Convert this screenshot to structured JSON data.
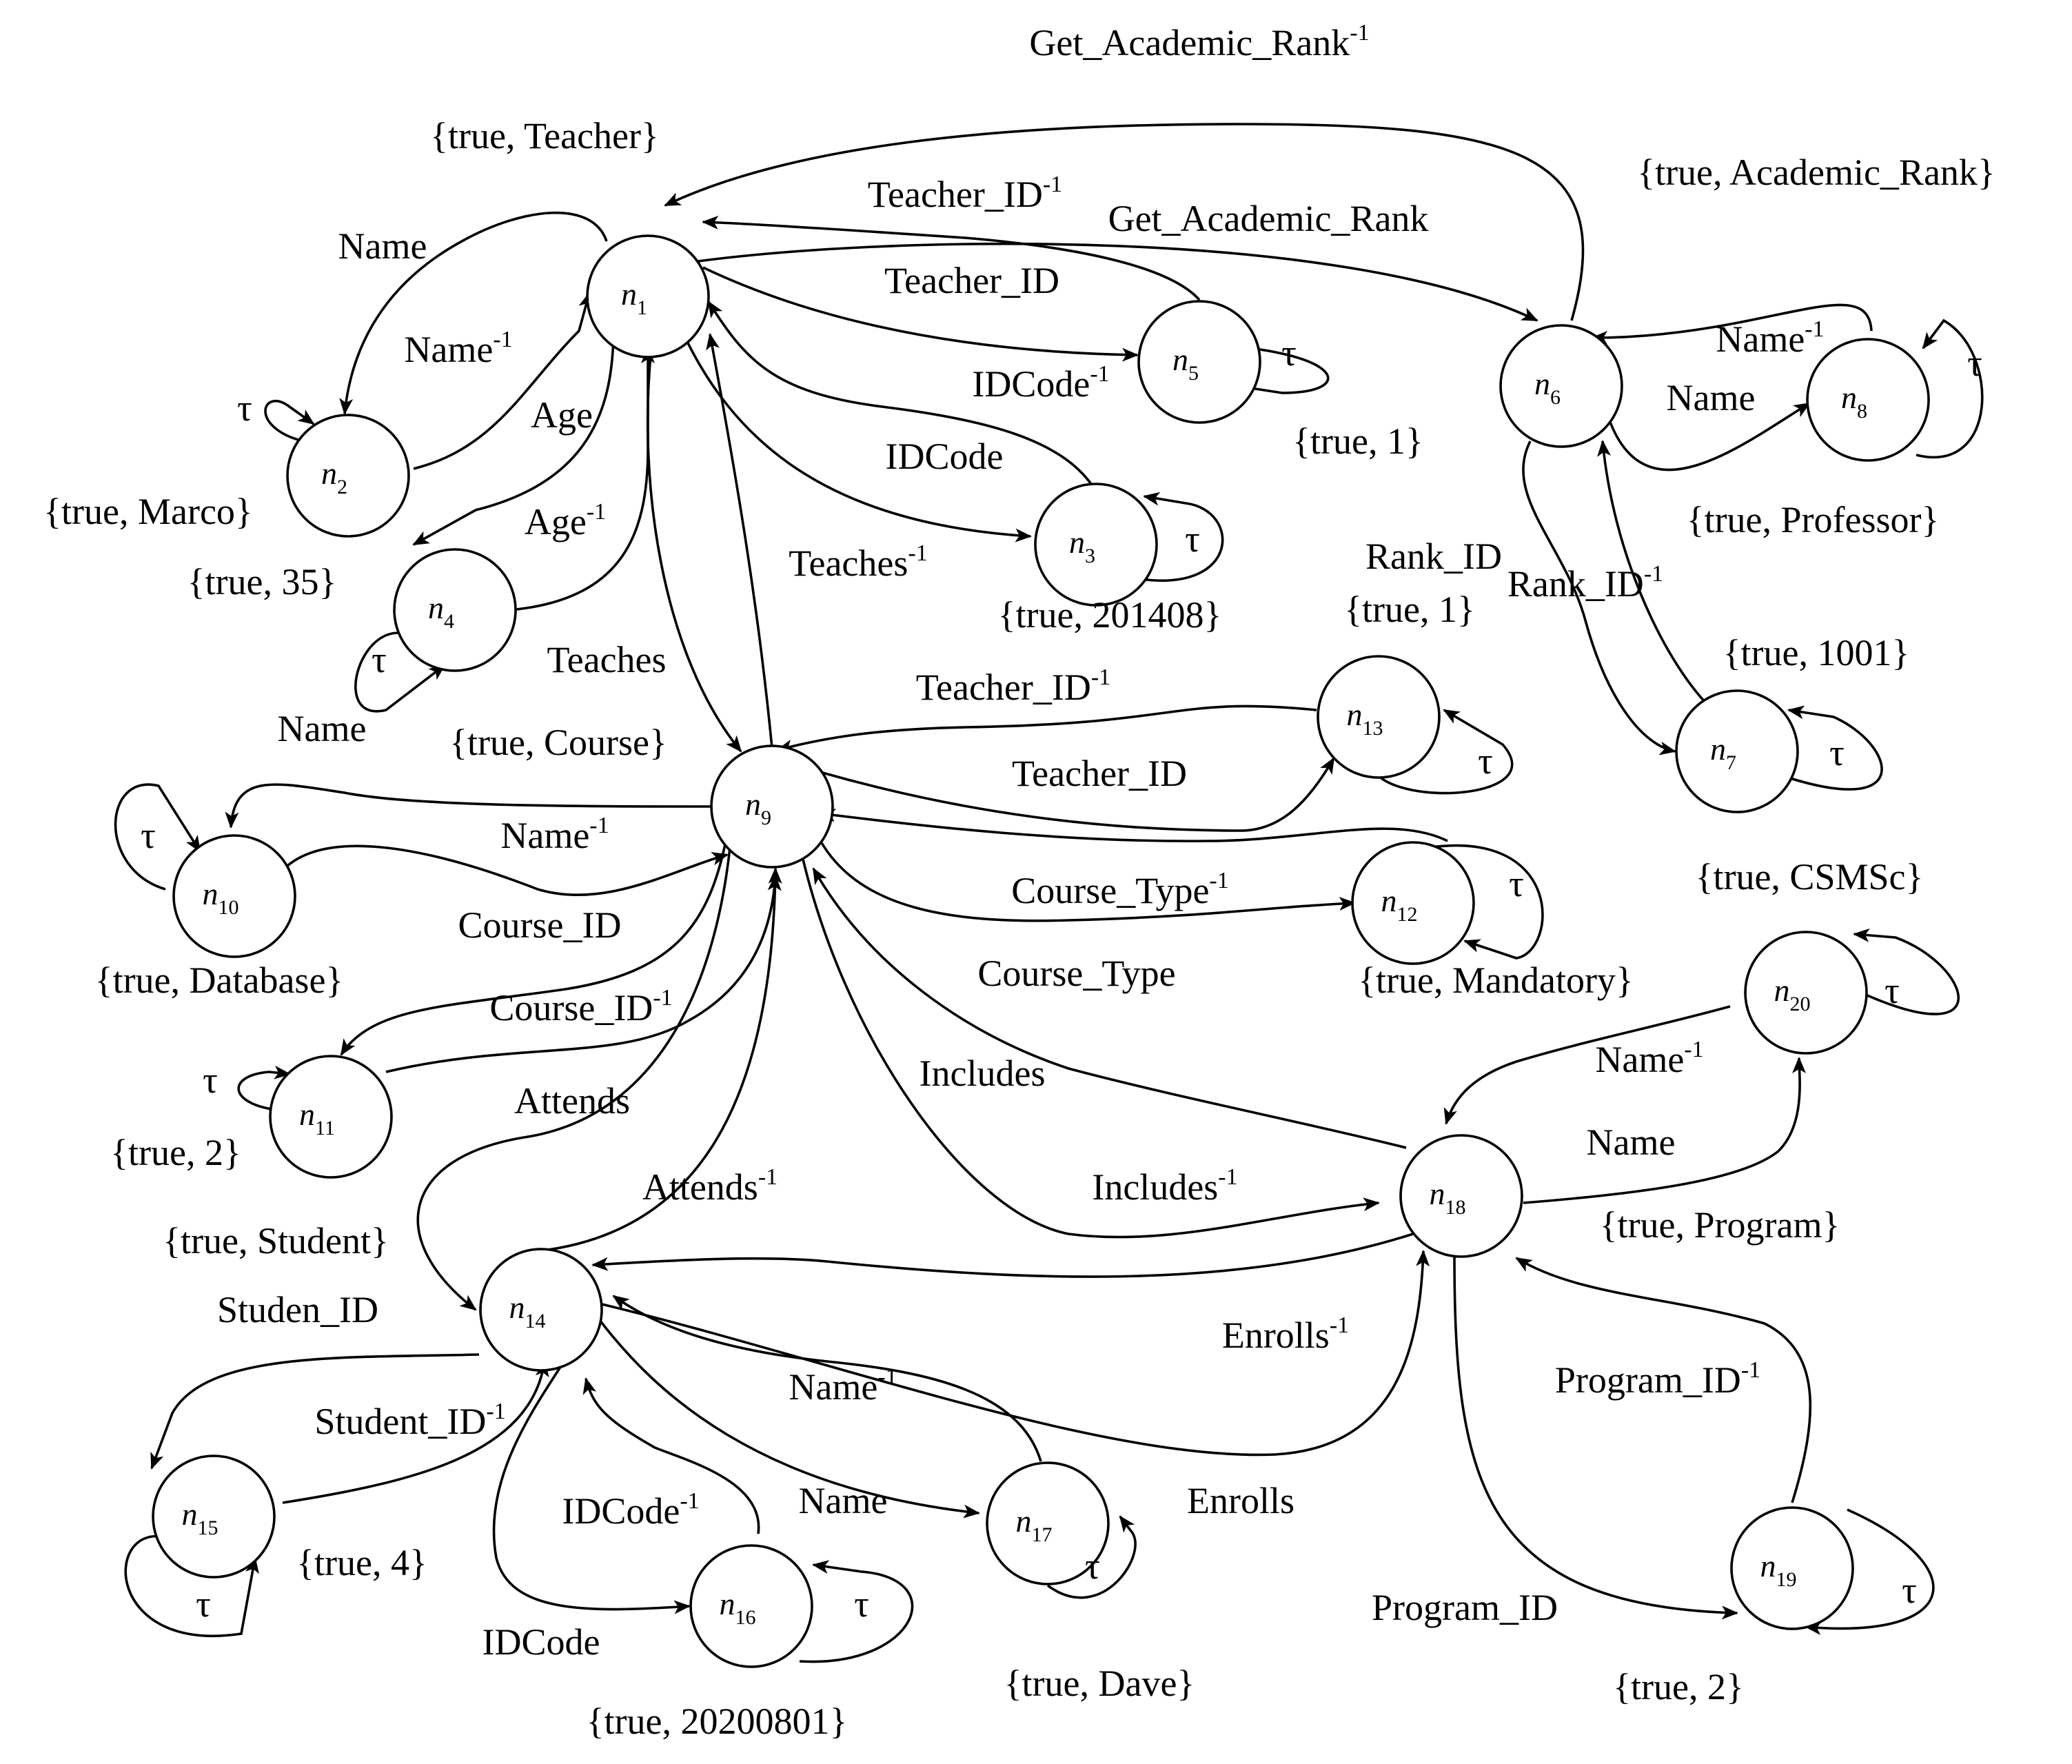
{
  "nodes": [
    {
      "id": "n1",
      "sub": "1",
      "value": "{true, Teacher}"
    },
    {
      "id": "n2",
      "sub": "2",
      "value": "{true, Marco}"
    },
    {
      "id": "n3",
      "sub": "3",
      "value": "{true, 201408}"
    },
    {
      "id": "n4",
      "sub": "4",
      "value": "{true, 35}"
    },
    {
      "id": "n5",
      "sub": "5",
      "value": "{true, 1}"
    },
    {
      "id": "n6",
      "sub": "6",
      "value": "{true, Academic_Rank}"
    },
    {
      "id": "n7",
      "sub": "7",
      "value": "{true, 1001}"
    },
    {
      "id": "n8",
      "sub": "8",
      "value": "{true, Professor}"
    },
    {
      "id": "n9",
      "sub": "9",
      "value": "{true, Course}"
    },
    {
      "id": "n10",
      "sub": "10",
      "value": "{true, Database}"
    },
    {
      "id": "n11",
      "sub": "11",
      "value": "{true, 2}"
    },
    {
      "id": "n12",
      "sub": "12",
      "value": "{true, Mandatory}"
    },
    {
      "id": "n13",
      "sub": "13",
      "value": "{true, 1}"
    },
    {
      "id": "n14",
      "sub": "14",
      "value": "{true, Student}"
    },
    {
      "id": "n15",
      "sub": "15",
      "value": "{true, 4}"
    },
    {
      "id": "n16",
      "sub": "16",
      "value": "{true, 20200801}"
    },
    {
      "id": "n17",
      "sub": "17",
      "value": "{true, Dave}"
    },
    {
      "id": "n18",
      "sub": "18",
      "value": "{true, Program}"
    },
    {
      "id": "n19",
      "sub": "19",
      "value": "{true, 2}"
    },
    {
      "id": "n20",
      "sub": "20",
      "value": "{true, CSMSc}"
    }
  ],
  "edges": [
    {
      "from": "n6",
      "to": "n1",
      "label": "Get_Academic_Rank",
      "sup": "-1"
    },
    {
      "from": "n1",
      "to": "n6",
      "label": "Get_Academic_Rank",
      "sup": ""
    },
    {
      "from": "n5",
      "to": "n1",
      "label": "Teacher_ID",
      "sup": "-1"
    },
    {
      "from": "n1",
      "to": "n5",
      "label": "Teacher_ID",
      "sup": ""
    },
    {
      "from": "n3",
      "to": "n1",
      "label": "IDCode",
      "sup": "-1"
    },
    {
      "from": "n1",
      "to": "n3",
      "label": "IDCode",
      "sup": ""
    },
    {
      "from": "n1",
      "to": "n2",
      "label": "Name",
      "sup": ""
    },
    {
      "from": "n2",
      "to": "n1",
      "label": "Name",
      "sup": "-1"
    },
    {
      "from": "n1",
      "to": "n4",
      "label": "Age",
      "sup": ""
    },
    {
      "from": "n4",
      "to": "n1",
      "label": "Age",
      "sup": "-1"
    },
    {
      "from": "n9",
      "to": "n1",
      "label": "Teaches",
      "sup": "-1"
    },
    {
      "from": "n1",
      "to": "n9",
      "label": "Teaches",
      "sup": ""
    },
    {
      "from": "n8",
      "to": "n6",
      "label": "Name",
      "sup": "-1"
    },
    {
      "from": "n6",
      "to": "n8",
      "label": "Name",
      "sup": ""
    },
    {
      "from": "n6",
      "to": "n7",
      "label": "Rank_ID",
      "sup": ""
    },
    {
      "from": "n7",
      "to": "n6",
      "label": "Rank_ID",
      "sup": "-1"
    },
    {
      "from": "n13",
      "to": "n9",
      "label": "Teacher_ID",
      "sup": "-1"
    },
    {
      "from": "n9",
      "to": "n13",
      "label": "Teacher_ID",
      "sup": ""
    },
    {
      "from": "n9",
      "to": "n10",
      "label": "Name",
      "sup": ""
    },
    {
      "from": "n10",
      "to": "n9",
      "label": "Name",
      "sup": "-1"
    },
    {
      "from": "n9",
      "to": "n12",
      "label": "Course_Type",
      "sup": "-1"
    },
    {
      "from": "n12",
      "to": "n9",
      "label": "Course_Type",
      "sup": ""
    },
    {
      "from": "n9",
      "to": "n11",
      "label": "Course_ID",
      "sup": ""
    },
    {
      "from": "n11",
      "to": "n9",
      "label": "Course_ID",
      "sup": "-1"
    },
    {
      "from": "n18",
      "to": "n9",
      "label": "Includes",
      "sup": ""
    },
    {
      "from": "n9",
      "to": "n18",
      "label": "Includes",
      "sup": "-1"
    },
    {
      "from": "n9",
      "to": "n14",
      "label": "Attends",
      "sup": ""
    },
    {
      "from": "n14",
      "to": "n9",
      "label": "Attends",
      "sup": "-1"
    },
    {
      "from": "n20",
      "to": "n18",
      "label": "Name",
      "sup": "-1"
    },
    {
      "from": "n18",
      "to": "n20",
      "label": "Name",
      "sup": ""
    },
    {
      "from": "n18",
      "to": "n14",
      "label": "Enrolls",
      "sup": "-1"
    },
    {
      "from": "n14",
      "to": "n18",
      "label": "Enrolls",
      "sup": ""
    },
    {
      "from": "n18",
      "to": "n19",
      "label": "Program_ID",
      "sup": ""
    },
    {
      "from": "n19",
      "to": "n18",
      "label": "Program_ID",
      "sup": "-1"
    },
    {
      "from": "n14",
      "to": "n15",
      "label": "Studen_ID",
      "sup": ""
    },
    {
      "from": "n15",
      "to": "n14",
      "label": "Student_ID",
      "sup": "-1"
    },
    {
      "from": "n16",
      "to": "n14",
      "label": "IDCode",
      "sup": "-1"
    },
    {
      "from": "n14",
      "to": "n16",
      "label": "IDCode",
      "sup": ""
    },
    {
      "from": "n17",
      "to": "n14",
      "label": "Name",
      "sup": "-1"
    },
    {
      "from": "n14",
      "to": "n17",
      "label": "Name",
      "sup": ""
    }
  ],
  "loop_label": "τ",
  "loops": [
    "n2",
    "n3",
    "n4",
    "n5",
    "n7",
    "n8",
    "n10",
    "n11",
    "n12",
    "n13",
    "n15",
    "n16",
    "n17",
    "n19",
    "n20"
  ]
}
